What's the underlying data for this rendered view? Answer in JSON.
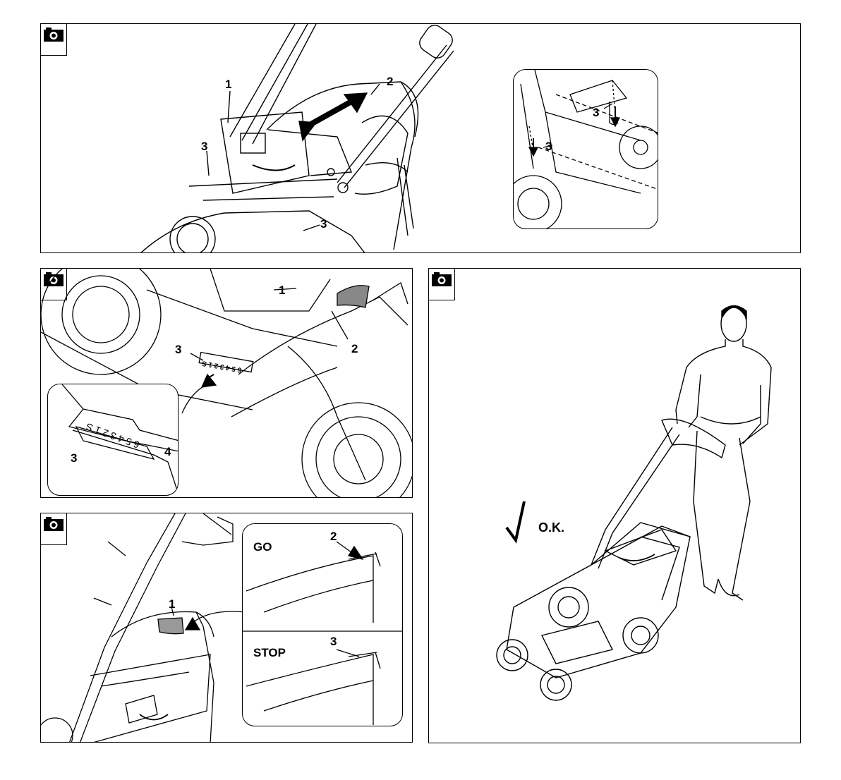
{
  "panels": {
    "grass_bag": {
      "icon": "camera-icon",
      "labels": {
        "one": "1",
        "two": "2",
        "three_left": "3",
        "three_bottom": "3",
        "three_inset_top": "3",
        "three_inset_left": "3"
      }
    },
    "height_adjust": {
      "icon": "camera-icon",
      "labels": {
        "one": "1",
        "two": "2",
        "three": "3",
        "three_inset": "3",
        "four_inset": "4"
      },
      "scale_main": "6 5 4 3 2 1 S",
      "scale_inset": "6 5 4 3 2 1 S"
    },
    "fill_indicator": {
      "icon": "camera-icon",
      "labels": {
        "one": "1",
        "two": "2",
        "three": "3"
      },
      "go_text": "GO",
      "stop_text": "STOP"
    },
    "operator": {
      "icon": "camera-icon",
      "ok_text": "O.K."
    }
  }
}
